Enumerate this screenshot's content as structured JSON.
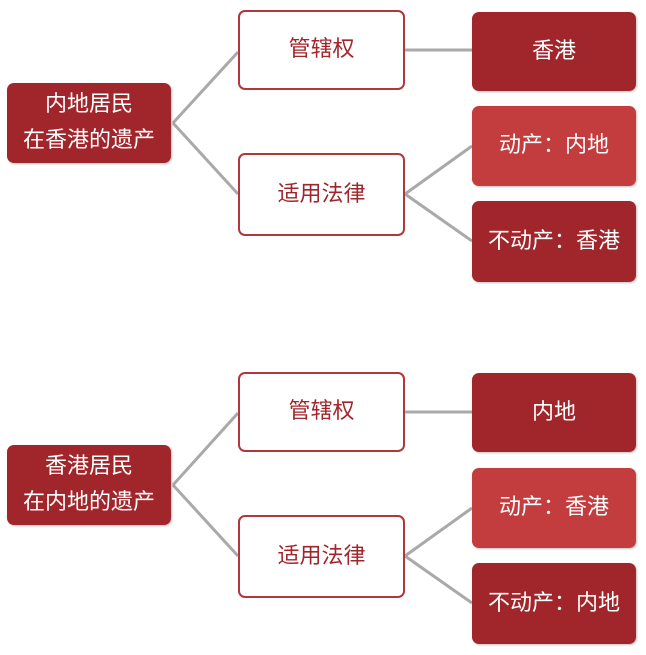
{
  "diagrams": [
    {
      "root": {
        "line1": "内地居民",
        "line2": "在香港的遗产"
      },
      "jurisdiction": {
        "label": "管辖权",
        "result": "香港"
      },
      "applicable_law": {
        "label": "适用法律",
        "movable": "动产：内地",
        "immovable": "不动产：香港"
      }
    },
    {
      "root": {
        "line1": "香港居民",
        "line2": "在内地的遗产"
      },
      "jurisdiction": {
        "label": "管辖权",
        "result": "内地"
      },
      "applicable_law": {
        "label": "适用法律",
        "movable": "动产：香港",
        "immovable": "不动产：内地"
      }
    }
  ],
  "colors": {
    "dark": "#a1262b",
    "light": "#c33c3e",
    "line": "#a9a9a9"
  }
}
